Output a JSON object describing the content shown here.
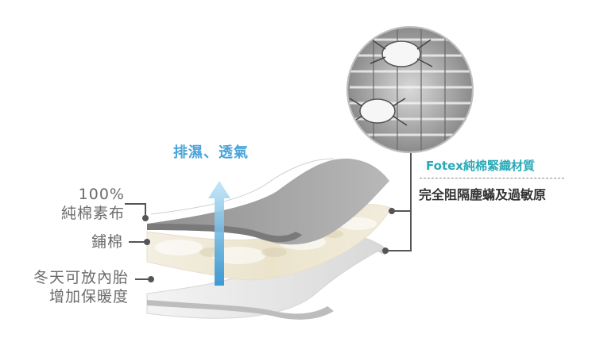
{
  "labels": {
    "cotton_line1": "100%",
    "cotton_line2": "純棉素布",
    "padding": "鋪棉",
    "liner_line1": "冬天可放內胎",
    "liner_line2": "增加保暖度"
  },
  "arrow_text": "排濕、透氣",
  "material": {
    "title": "Fotex純棉緊織材質",
    "subtitle": "完全阻隔塵蟎及過敏原"
  },
  "colors": {
    "accent_teal": "#2aa9b8",
    "arrow_blue": "#4aa3d8",
    "label_gray": "#6b6b6b",
    "connector": "#555555"
  },
  "icons": {
    "zoom_circle": "dust-mite-fabric-magnified-icon",
    "arrow": "airflow-up-arrow-icon"
  }
}
